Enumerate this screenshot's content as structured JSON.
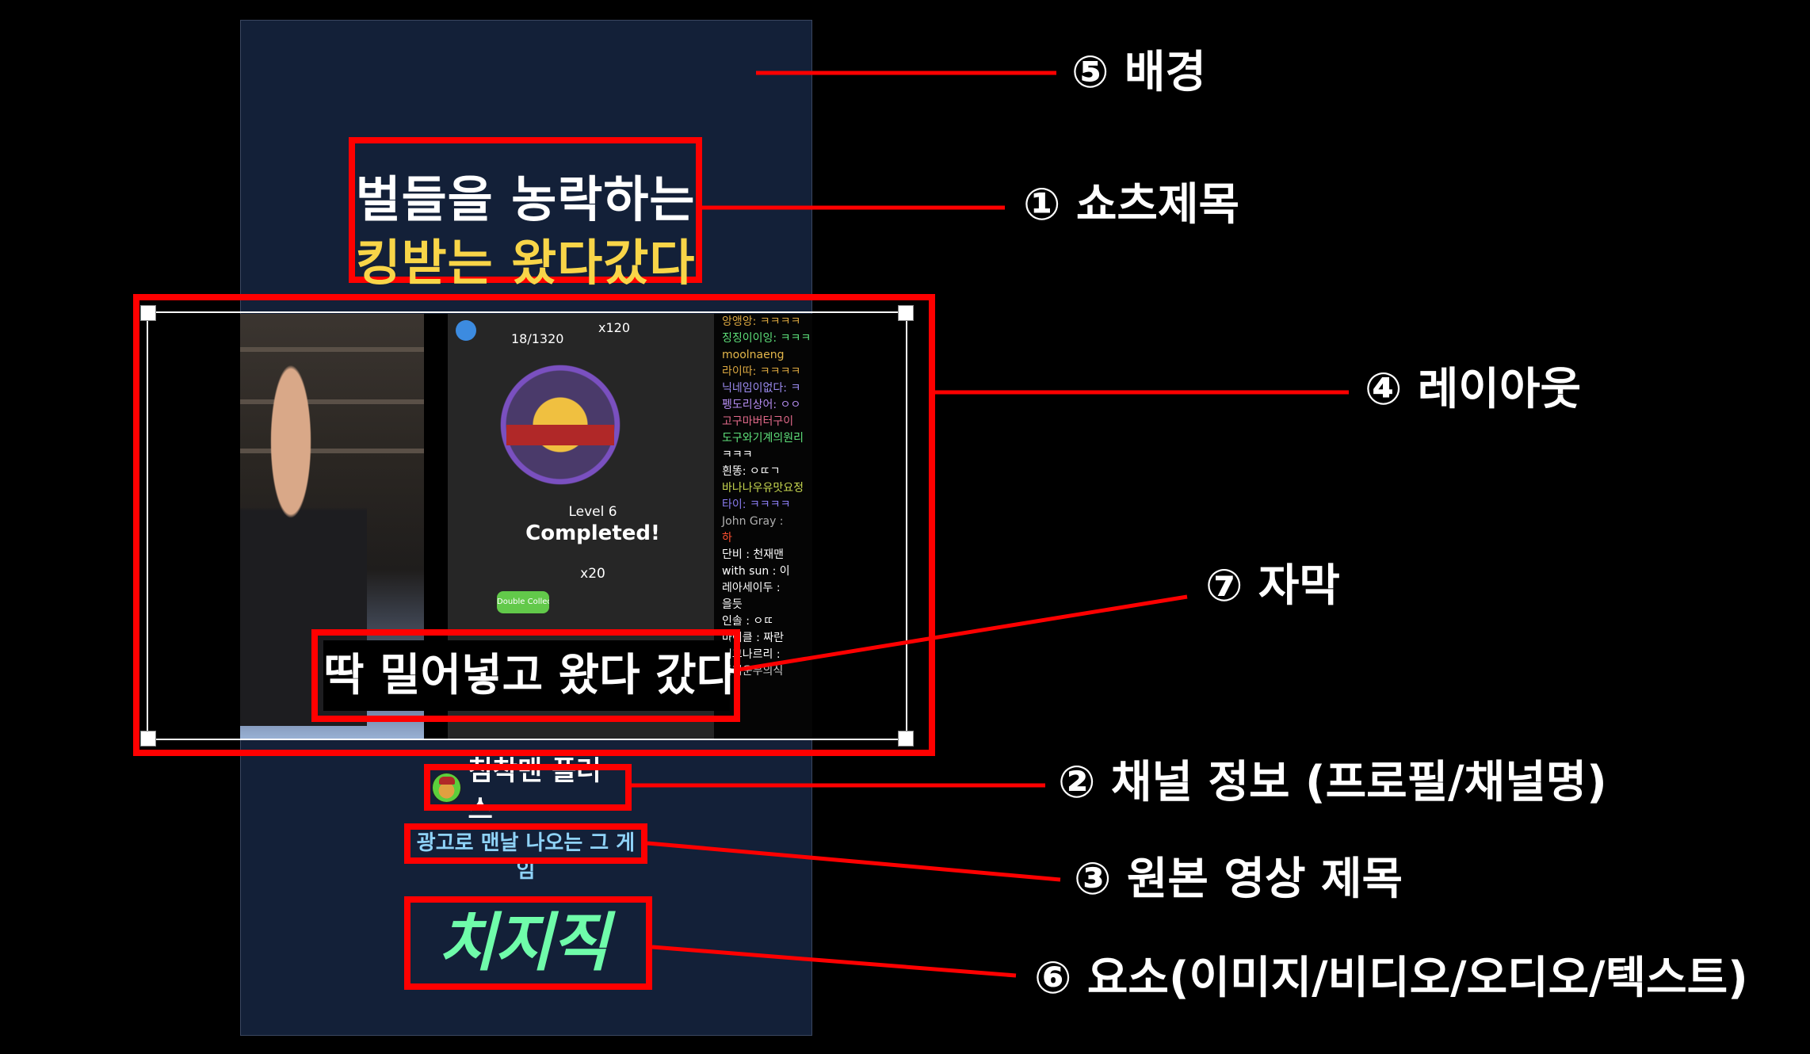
{
  "colors": {
    "background": "#000000",
    "panel": "#132038",
    "highlight": "#ff0000",
    "title_white": "#ffffff",
    "title_yellow": "#f8d548",
    "original_title": "#8fd3f8",
    "logo_green": "#6ffcaa"
  },
  "shorts": {
    "title_line1": "벌들을 농락하는",
    "title_line2": "킹받는 왔다갔다",
    "subtitle": "딱 밀어넣고 왔다 갔다",
    "channel_name": "침착맨 플러스",
    "channel_avatar_icon": "avatar-icon",
    "original_title": "광고로 맨날 나오는 그 게임",
    "logo_text": "치지직"
  },
  "game": {
    "stars": "18/1320",
    "coins": "x120",
    "level": "Level 6",
    "completed": "Completed!",
    "reward": "x20",
    "button": "Double Collect"
  },
  "chat": [
    {
      "text": "앙앵앙: ㅋㅋㅋㅋ",
      "color": "#d9a640"
    },
    {
      "text": "징징이이잉: ㅋㅋㅋ",
      "color": "#5ee07a"
    },
    {
      "text": "moolnaeng",
      "color": "#e3b64a"
    },
    {
      "text": "라이따: ㅋㅋㅋㅋ",
      "color": "#d9a640"
    },
    {
      "text": "닉네임이없다: ㅋ",
      "color": "#9c8cf0"
    },
    {
      "text": "펭도리상어: ㅇㅇ",
      "color": "#b48cf0"
    },
    {
      "text": "고구마버터구이",
      "color": "#e26a8a"
    },
    {
      "text": "도구와기계의원리",
      "color": "#5ee07a"
    },
    {
      "text": "ㅋㅋㅋ",
      "color": "#ffffff"
    },
    {
      "text": "흰똥: ㅇㄸㄱ",
      "color": "#ffffff"
    },
    {
      "text": "바나나우유맛요정",
      "color": "#c8d850"
    },
    {
      "text": "타이: ㅋㅋㅋㅋ",
      "color": "#8a7cf0"
    },
    {
      "text": "",
      "color": "#000"
    },
    {
      "text": "John Gray :",
      "color": "#b0b0b0"
    },
    {
      "text": "하",
      "color": "#ff5030"
    },
    {
      "text": "단비 : 천재맨",
      "color": "#ffffff"
    },
    {
      "text": "with sun : 이",
      "color": "#ffffff"
    },
    {
      "text": "레아세이두 :",
      "color": "#ffffff"
    },
    {
      "text": "을듯",
      "color": "#ffffff"
    },
    {
      "text": "인솔 : ㅇㄸ",
      "color": "#ffffff"
    },
    {
      "text": "마이클 : 짜란",
      "color": "#ffffff"
    },
    {
      "text": "시그나르리 :",
      "color": "#ffffff"
    },
    {
      "text": "즐거운무의식",
      "color": "#cccccc"
    }
  ],
  "annotations": [
    {
      "label": "⑤ 배경"
    },
    {
      "label": "① 쇼츠제목"
    },
    {
      "label": "④ 레이아웃"
    },
    {
      "label": "⑦ 자막"
    },
    {
      "label": "② 채널 정보 (프로필/채널명)"
    },
    {
      "label": "③ 원본 영상 제목"
    },
    {
      "label": "⑥ 요소(이미지/비디오/오디오/텍스트)"
    }
  ]
}
